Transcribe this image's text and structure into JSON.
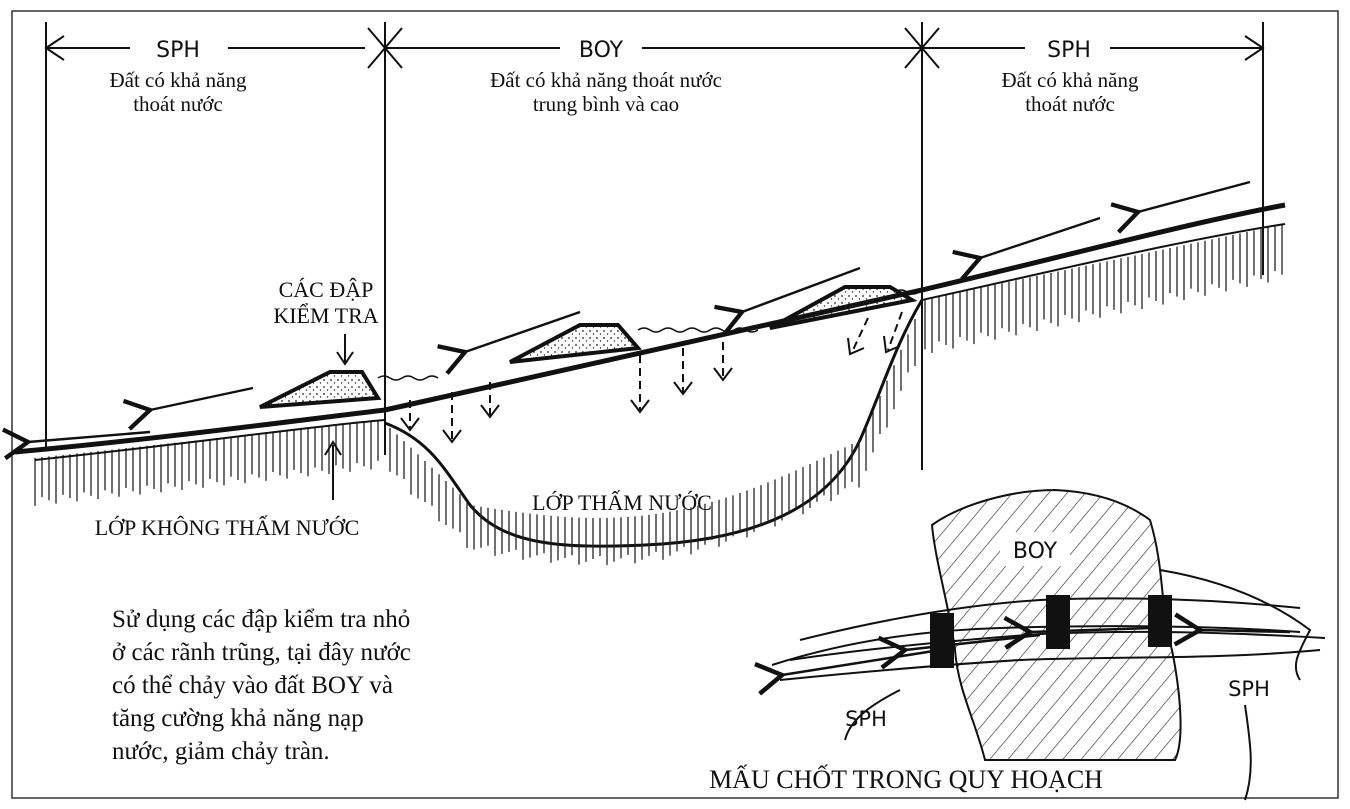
{
  "zones": [
    {
      "code": "SPH",
      "desc": [
        "Đất có khả năng",
        "thoát nước"
      ]
    },
    {
      "code": "BOY",
      "desc": [
        "Đất có khả năng thoát nước",
        "trung bình và cao"
      ]
    },
    {
      "code": "SPH",
      "desc": [
        "Đất có khả năng",
        "thoát nước"
      ]
    }
  ],
  "labels": {
    "check_dams": [
      "CÁC ĐẬP",
      "KIỂM TRA"
    ],
    "impermeable": "LỚP KHÔNG THẤM NƯỚC",
    "permeable": "LỚP THẤM NƯỚC"
  },
  "note": "Sử dụng các đập kiểm tra nhỏ ở các rãnh trũng, tại đây nước có thể chảy vào đất BOY và tăng cường khả năng nạp nước, giảm chảy tràn.",
  "plan": {
    "boy": "BOY",
    "sph_left": "SPH",
    "sph_right": "SPH",
    "title": "MẤU CHỐT TRONG QUY HOẠCH"
  }
}
